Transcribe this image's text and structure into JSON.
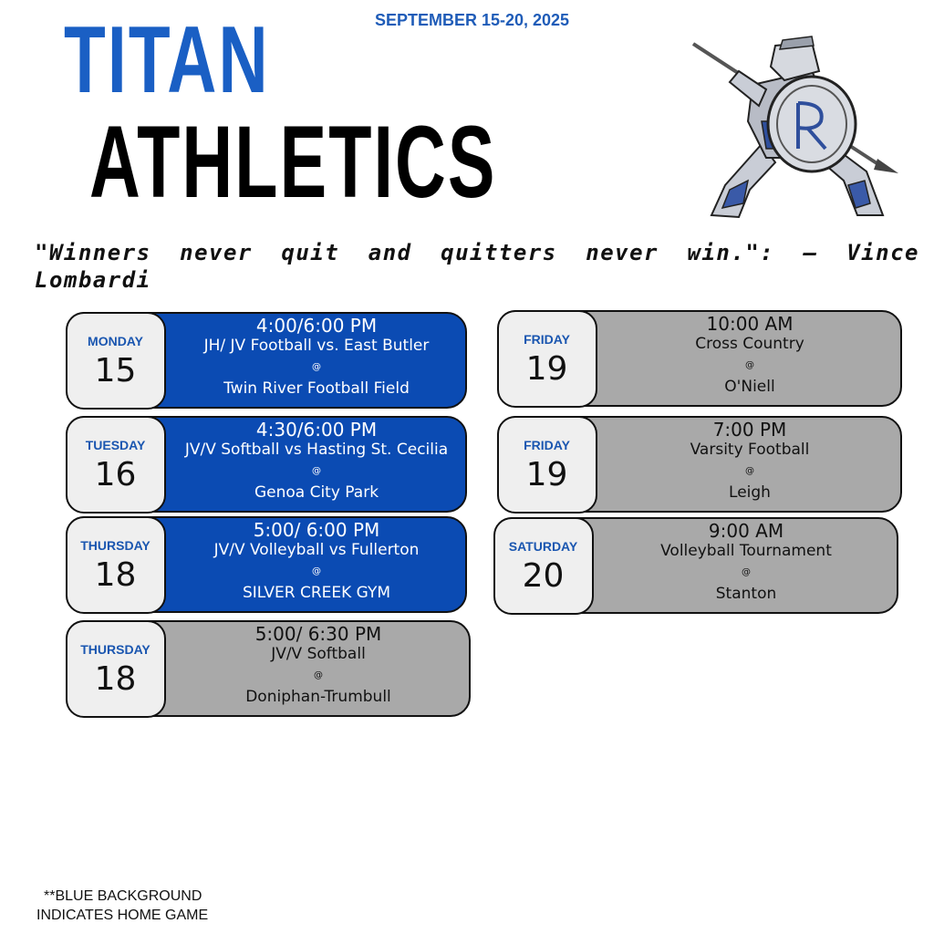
{
  "header": {
    "date_range": "SEPTEMBER 15-20,  2025",
    "title_line1": "TITAN",
    "title_line2": "ATHLETICS"
  },
  "quote": "\"Winners never quit and quitters never win.\": – Vince Lombardi",
  "colors": {
    "home_blue": "#0b4bb3",
    "away_gray": "#a9a9a9",
    "title_blue": "#1a5fc4",
    "day_label_blue": "#1a56b0"
  },
  "events": [
    {
      "day": "MONDAY",
      "date": "15",
      "time": "4:00/6:00 PM",
      "event": "JH/ JV Football vs. East Butler",
      "at": "@",
      "venue": "Twin River Football Field",
      "home": true
    },
    {
      "day": "TUESDAY",
      "date": "16",
      "time": "4:30/6:00 PM",
      "event": "JV/V Softball vs Hasting St. Cecilia",
      "at": "@",
      "venue": "Genoa City Park",
      "home": true
    },
    {
      "day": "THURSDAY",
      "date": "18",
      "time": "5:00/ 6:00 PM",
      "event": "JV/V Volleyball vs Fullerton",
      "at": "@",
      "venue": "SILVER CREEK GYM",
      "home": true
    },
    {
      "day": "THURSDAY",
      "date": "18",
      "time": "5:00/ 6:30 PM",
      "event": "JV/V Softball",
      "at": "@",
      "venue": "Doniphan-Trumbull",
      "home": false
    },
    {
      "day": "FRIDAY",
      "date": "19",
      "time": "10:00 AM",
      "event": "Cross Country",
      "at": "@",
      "venue": "O'Niell",
      "home": false
    },
    {
      "day": "FRIDAY",
      "date": "19",
      "time": "7:00 PM",
      "event": "Varsity Football",
      "at": "@",
      "venue": "Leigh",
      "home": false
    },
    {
      "day": "SATURDAY",
      "date": "20",
      "time": "9:00 AM",
      "event": "Volleyball Tournament",
      "at": "@",
      "venue": "Stanton",
      "home": false
    }
  ],
  "footnote": {
    "line1": "**BLUE BACKGROUND",
    "line2": "INDICATES HOME GAME"
  },
  "logo_icon": "titan-warrior-shield-logo"
}
